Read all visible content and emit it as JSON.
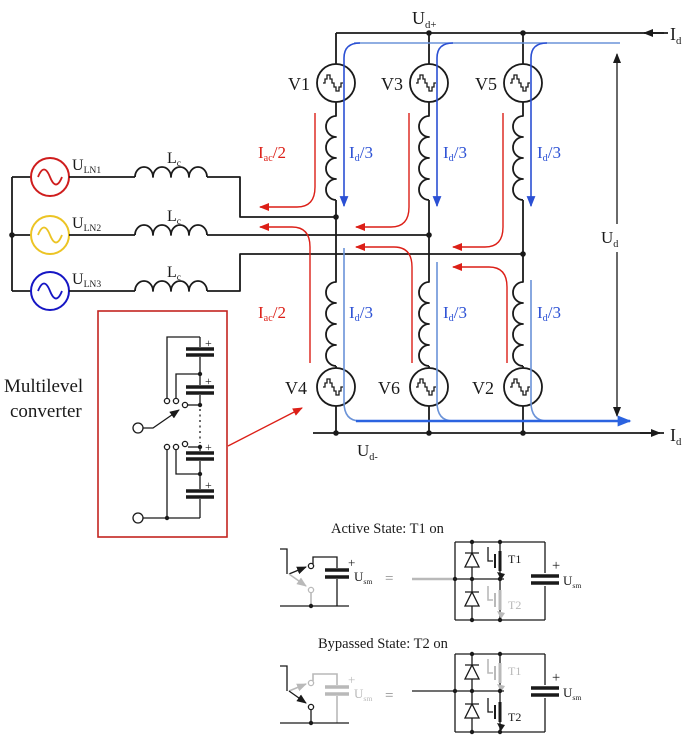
{
  "colors": {
    "red": "#dc1f17",
    "blue": "#2b50d4",
    "blue_light": "#6b93d8",
    "blue_big": "#2b63e0",
    "yellow": "#ecc424",
    "source_red": "#cf1d1d",
    "source_blue": "#1616c4",
    "black": "#1a1a1a",
    "gray": "#b9b9b9",
    "box_red": "#c32420"
  },
  "labels": {
    "ud_plus": {
      "base": "U",
      "sub": "d+"
    },
    "ud_minus": {
      "base": "U",
      "sub": "d-"
    },
    "ud": {
      "base": "U",
      "sub": "d"
    },
    "id": {
      "base": "I",
      "sub": "d"
    },
    "uln1": {
      "base": "U",
      "sub": "LN1"
    },
    "uln2": {
      "base": "U",
      "sub": "LN2"
    },
    "uln3": {
      "base": "U",
      "sub": "LN3"
    },
    "lc": {
      "base": "L",
      "sub": "c"
    },
    "iac2": {
      "base": "I",
      "sub": "ac",
      "rest": "/2"
    },
    "id3": {
      "base": "I",
      "sub": "d",
      "rest": "/3"
    },
    "v1": "V1",
    "v2": "V2",
    "v3": "V3",
    "v4": "V4",
    "v5": "V5",
    "v6": "V6",
    "multilevel_line1": "Multilevel",
    "multilevel_line2": "converter",
    "active_title": "Active State:  T1 on",
    "bypassed_title": "Bypassed State:  T2 on",
    "t1": "T1",
    "t2": "T2",
    "usm": {
      "base": "U",
      "sub": "sm"
    },
    "plus": "+",
    "equals": "="
  }
}
